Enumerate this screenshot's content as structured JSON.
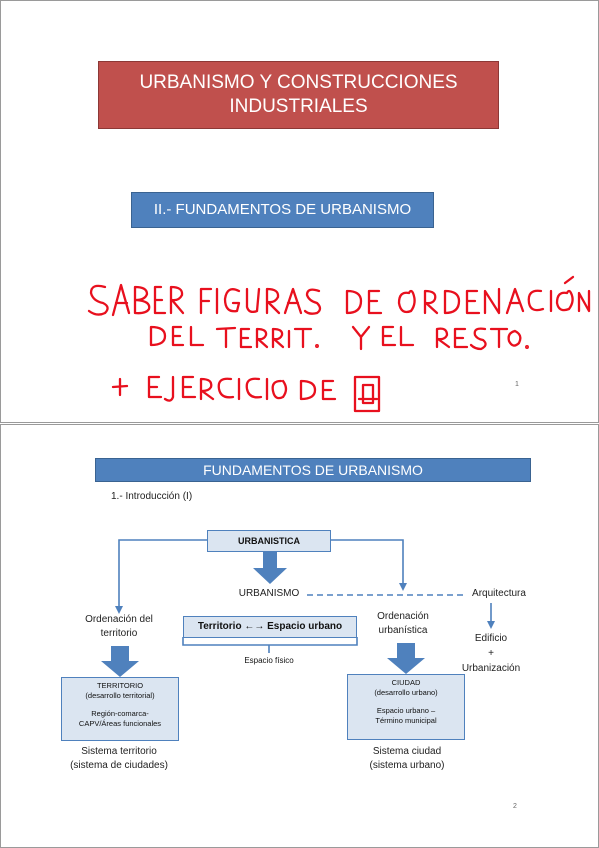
{
  "slide1": {
    "title_line1": "URBANISMO Y CONSTRUCCIONES",
    "title_line2": "INDUSTRIALES",
    "subtitle": "II.- FUNDAMENTOS DE URBANISMO",
    "handwriting": {
      "line1": "SABER FIGURAS DE ORDENACIÓN",
      "line2": "DEL TERRIT.  Y EL RESTO.",
      "line3": "+ EJERCICIO DE"
    },
    "page_number": "1"
  },
  "slide2": {
    "title": "FUNDAMENTOS DE  URBANISMO",
    "intro": "1.- Introducción (I)",
    "diagram": {
      "urbanistica": "URBANISTICA",
      "urbanismo": "URBANISMO",
      "arquitectura": "Arquitectura",
      "ordenacion_territorio_1": "Ordenación del",
      "ordenacion_territorio_2": "territorio",
      "territorio_espacio": "Territorio ←→ Espacio urbano",
      "espacio_fisico": "Espacio físico",
      "ordenacion_urbanistica_1": "Ordenación",
      "ordenacion_urbanistica_2": "urbanística",
      "edificio": "Edificio",
      "plus": "+",
      "urbanizacion": "Urbanización",
      "territorio_box": {
        "line1": "TERRITORIO",
        "line2": "(desarrollo territorial)",
        "line3": "Región-comarca-",
        "line4": "CAPV/Áreas funcionales"
      },
      "ciudad_box": {
        "line1": "CIUDAD",
        "line2": "(desarrollo urbano)",
        "line3": "Espacio urbano –",
        "line4": "Término municipal"
      },
      "sistema_territorio_1": "Sistema territorio",
      "sistema_territorio_2": "(sistema de ciudades)",
      "sistema_ciudad_1": "Sistema ciudad",
      "sistema_ciudad_2": "(sistema urbano)"
    },
    "page_number": "2"
  },
  "colors": {
    "title_red": "#c0504d",
    "accent_blue": "#4f81bd",
    "box_fill": "#dbe5f1",
    "handwriting_red": "#e8101e"
  }
}
